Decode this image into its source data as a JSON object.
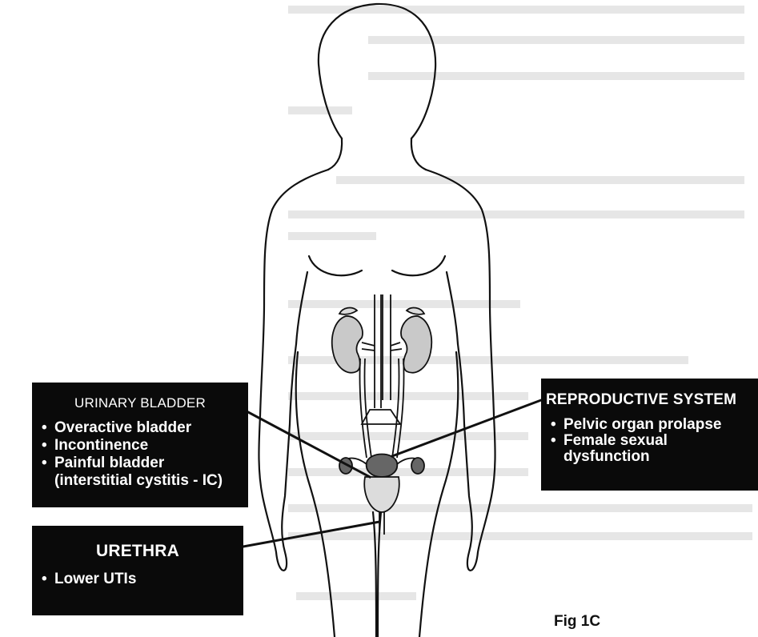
{
  "boxes": {
    "bladder": {
      "title": "URINARY BLADDER",
      "items": [
        "Overactive bladder",
        "Incontinence",
        "Painful bladder",
        "(interstitial cystitis - IC)"
      ]
    },
    "reproductive": {
      "title": "REPRODUCTIVE SYSTEM",
      "items": [
        "Pelvic organ prolapse",
        "Female sexual",
        "dysfunction"
      ]
    },
    "urethra": {
      "title": "URETHRA",
      "items": [
        "Lower UTIs"
      ]
    }
  },
  "figure_label": "Fig 1C",
  "colors": {
    "box_fill": "#0a0a0a",
    "box_text": "#ffffff",
    "line": "#111111",
    "kidney": "#c9c9c9"
  }
}
